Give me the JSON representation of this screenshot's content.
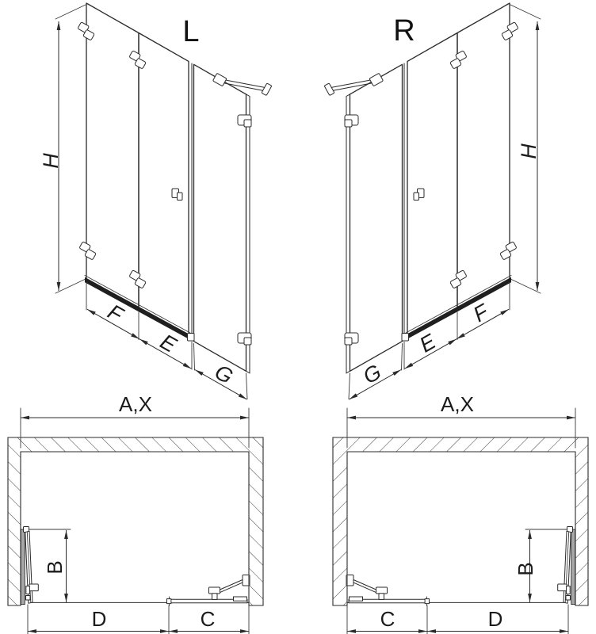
{
  "drawing": {
    "background": "#ffffff",
    "line_color": "#2b2b2b",
    "elevation_left": {
      "title": "L",
      "height_label": "H",
      "door_panel1_label": "F",
      "door_panel2_label": "E",
      "fixed_panel_label": "G"
    },
    "elevation_right": {
      "title": "R",
      "height_label": "H",
      "door_panel1_label": "F",
      "door_panel2_label": "E",
      "fixed_panel_label": "G"
    },
    "plan_left": {
      "overall_width_label": "A,X",
      "fold_depth_label": "B",
      "door_span_label": "D",
      "fixed_span_label": "C"
    },
    "plan_right": {
      "overall_width_label": "A,X",
      "fold_depth_label": "B",
      "door_span_label": "D",
      "fixed_span_label": "C"
    }
  }
}
